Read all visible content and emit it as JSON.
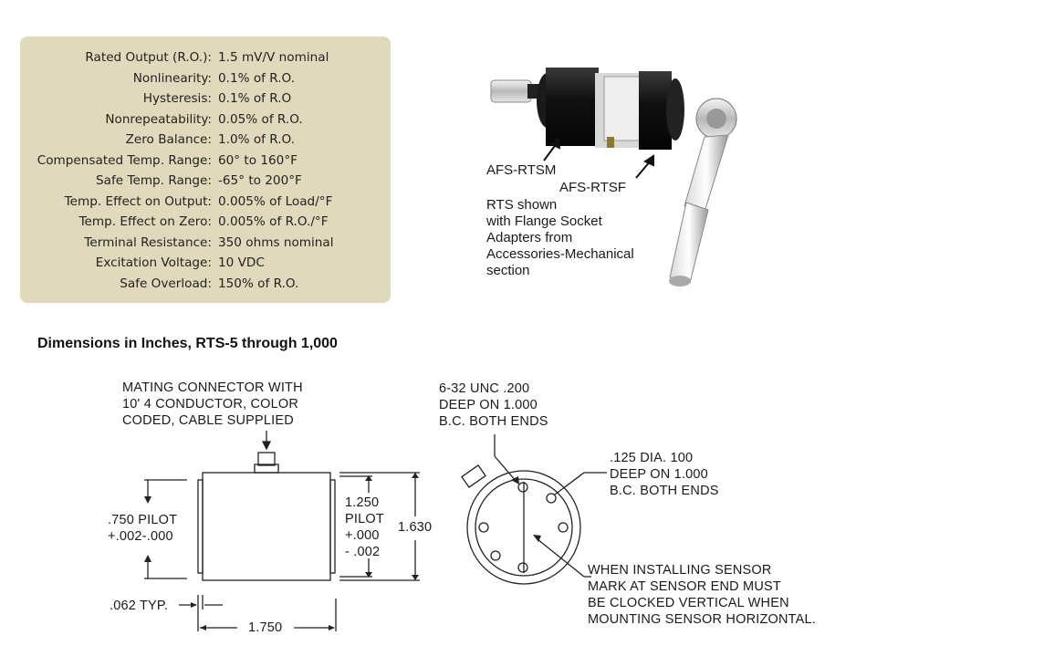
{
  "specs": [
    {
      "label": "Rated Output (R.O.):",
      "value": "1.5 mV/V nominal"
    },
    {
      "label": "Nonlinearity:",
      "value": "0.1% of R.O."
    },
    {
      "label": "Hysteresis:",
      "value": "0.1% of R.O"
    },
    {
      "label": "Nonrepeatability:",
      "value": "0.05% of R.O."
    },
    {
      "label": "Zero Balance:",
      "value": "1.0% of R.O."
    },
    {
      "label": "Compensated Temp. Range:",
      "value": "60° to 160°F"
    },
    {
      "label": "Safe Temp. Range:",
      "value": "-65° to 200°F"
    },
    {
      "label": "Temp. Effect on Output:",
      "value": "0.005% of Load/°F"
    },
    {
      "label": "Temp. Effect on Zero:",
      "value": "0.005% of R.O./°F"
    },
    {
      "label": "Terminal Resistance:",
      "value": "350 ohms nominal"
    },
    {
      "label": "Excitation Voltage:",
      "value": "10 VDC"
    },
    {
      "label": "Safe Overload:",
      "value": "150% of R.O."
    }
  ],
  "photo": {
    "label_rtsm": "AFS-RTSM",
    "label_rtsf": "AFS-RTSF",
    "caption": [
      "RTS shown",
      "with Flange Socket",
      "Adapters from",
      "Accessories-Mechanical",
      "section"
    ]
  },
  "dimensions": {
    "title": "Dimensions in Inches, RTS-5 through 1,000",
    "connector_note": [
      "MATING CONNECTOR WITH",
      "10' 4 CONDUCTOR, COLOR",
      "CODED, CABLE SUPPLIED"
    ],
    "pilot_left": [
      ".750 PILOT",
      "+.002-.000"
    ],
    "pilot_right": [
      "1.250",
      "PILOT",
      "+.000",
      "- .002"
    ],
    "overall_height": "1.630",
    "length": "1.750",
    "typ": ".062 TYP.",
    "thread_note": [
      "6-32 UNC .200",
      "DEEP ON 1.000",
      "B.C. BOTH ENDS"
    ],
    "dia_note": [
      ".125 DIA. 100",
      "DEEP ON 1.000",
      "B.C. BOTH ENDS"
    ],
    "install_note": [
      "WHEN INSTALLING SENSOR",
      "MARK AT SENSOR END MUST",
      "BE CLOCKED VERTICAL WHEN",
      "MOUNTING SENSOR HORIZONTAL."
    ]
  }
}
